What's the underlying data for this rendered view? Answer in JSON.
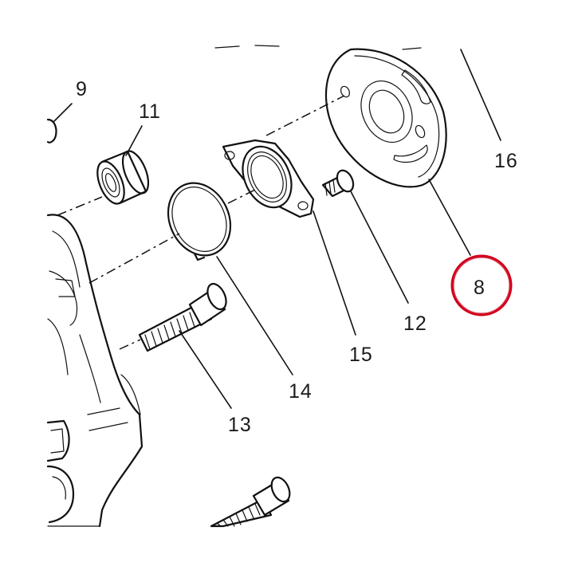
{
  "callouts": {
    "part_9": "9",
    "part_11": "11",
    "part_16": "16",
    "part_8": "8",
    "part_12": "12",
    "part_15": "15",
    "part_14": "14",
    "part_13": "13"
  },
  "highlight": {
    "part": "8",
    "color": "#d0021b"
  },
  "colors": {
    "line": "#111111",
    "background": "#ffffff"
  }
}
